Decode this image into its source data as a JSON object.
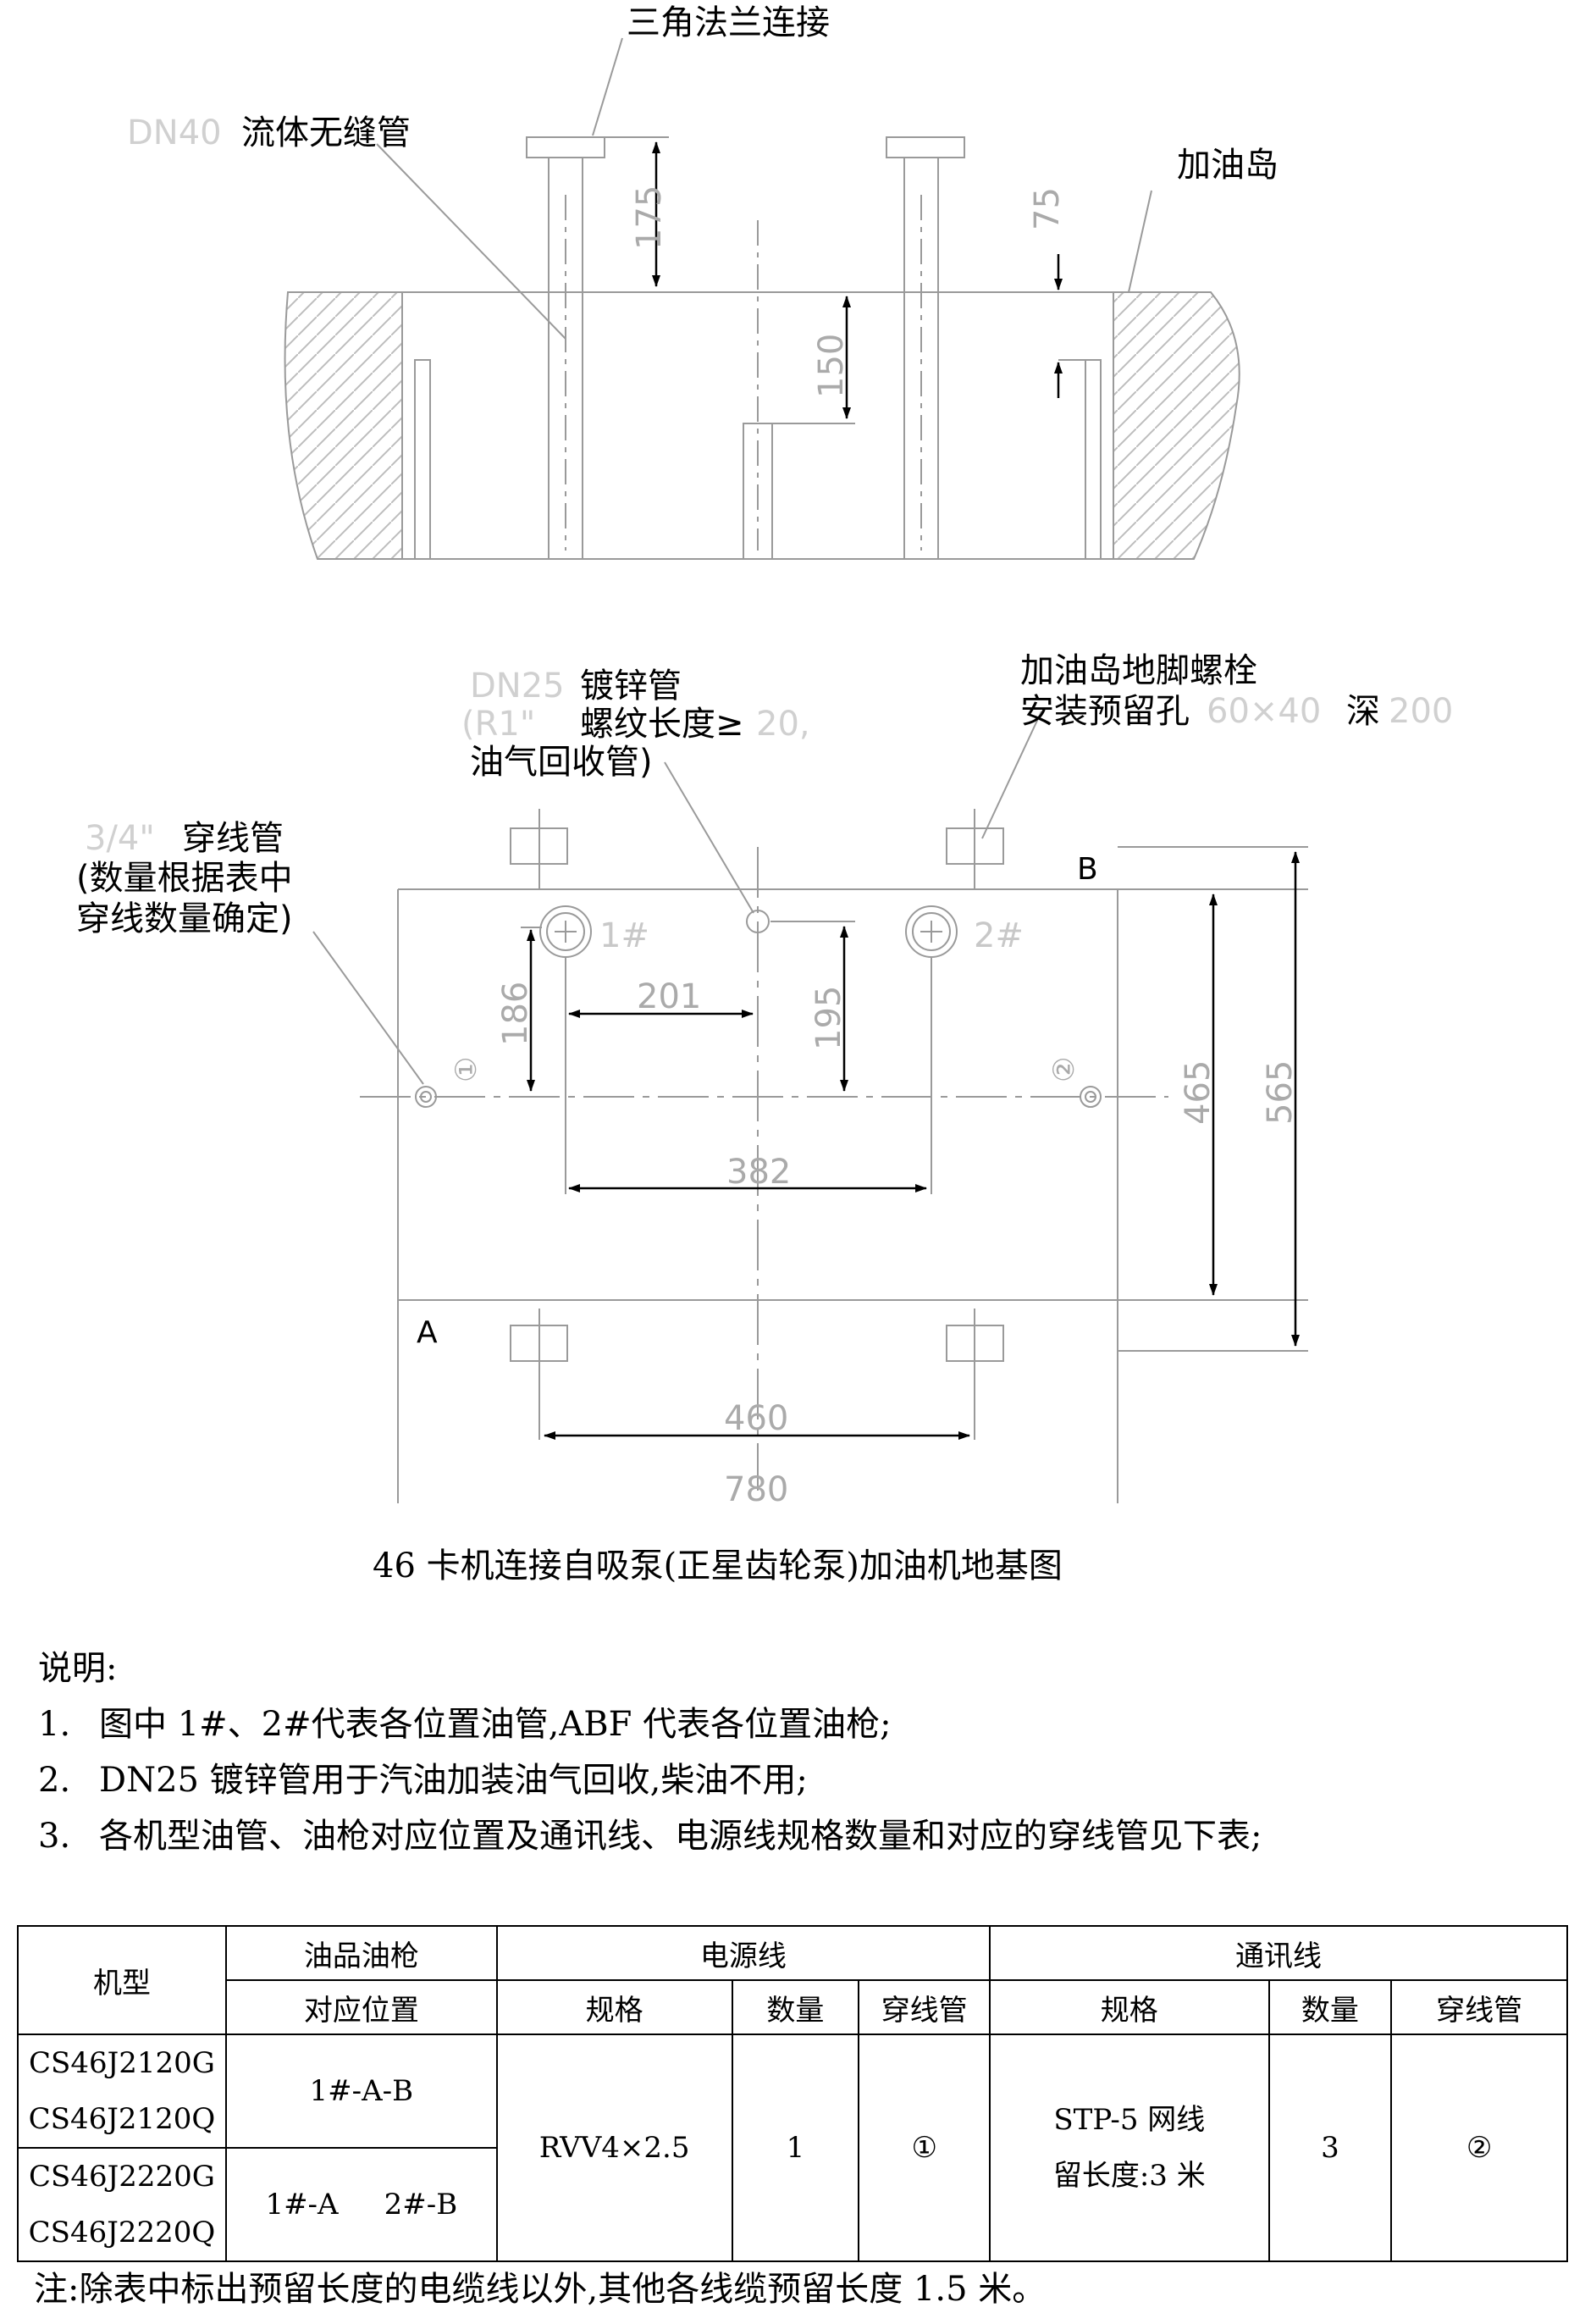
{
  "labels": {
    "flange": "三角法兰连接",
    "dn40": "DN40",
    "seamless": "流体无缝管",
    "island": "加油岛",
    "dim_175": "175",
    "dim_75": "75",
    "dim_150": "150",
    "dn25": "DN25",
    "galv": "镀锌管",
    "r1": "(R1\"",
    "thread": "螺纹长度≥",
    "thread_val": "20,",
    "vapor": "油气回收管)",
    "bolt_line1": "加油岛地脚螺栓",
    "bolt_line2a": "安装预留孔",
    "bolt_size": "60×40",
    "bolt_depth": "深",
    "bolt_depth_val": "200",
    "conduit_a": "3/4\"",
    "conduit_b": "穿线管",
    "conduit_line2": "(数量根据表中",
    "conduit_line3": "穿线数量确定)",
    "b": "B",
    "a": "A",
    "pipe1": "1#",
    "pipe2": "2#",
    "dim_186": "186",
    "dim_201": "201",
    "dim_195": "195",
    "dim_382": "382",
    "dim_465": "465",
    "dim_565": "565",
    "dim_460": "460",
    "dim_780": "780",
    "circle1": "①",
    "circle2": "②",
    "caption": "46 卡机连接自吸泵(正星齿轮泵)加油机地基图"
  },
  "notes": {
    "title": "说明:",
    "items": [
      {
        "n": "1.",
        "t": "图中 1#、2#代表各位置油管,ABF 代表各位置油枪;"
      },
      {
        "n": "2.",
        "t": "DN25 镀锌管用于汽油加装油气回收,柴油不用;"
      },
      {
        "n": "3.",
        "t": "各机型油管、油枪对应位置及通讯线、电源线规格数量和对应的穿线管见下表;"
      }
    ]
  },
  "table": {
    "h_model": "机型",
    "h_pos1": "油品油枪",
    "h_pos2": "对应位置",
    "h_power": "电源线",
    "h_comm": "通讯线",
    "h_spec": "规格",
    "h_qty": "数量",
    "h_conduit": "穿线管",
    "m1": "CS46J2120G",
    "m2": "CS46J2120Q",
    "m3": "CS46J2220G",
    "m4": "CS46J2220Q",
    "pos_a": "1#-A-B",
    "pos_b": "1#-A     2#-B",
    "power_spec": "RVV4×2.5",
    "power_qty": "1",
    "power_conduit": "①",
    "comm_spec1": "STP-5 网线",
    "comm_spec2": "留长度:3 米",
    "comm_qty": "3",
    "comm_conduit": "②"
  },
  "footer": "注:除表中标出预留长度的电缆线以外,其他各线缆预留长度 1.5 米。"
}
